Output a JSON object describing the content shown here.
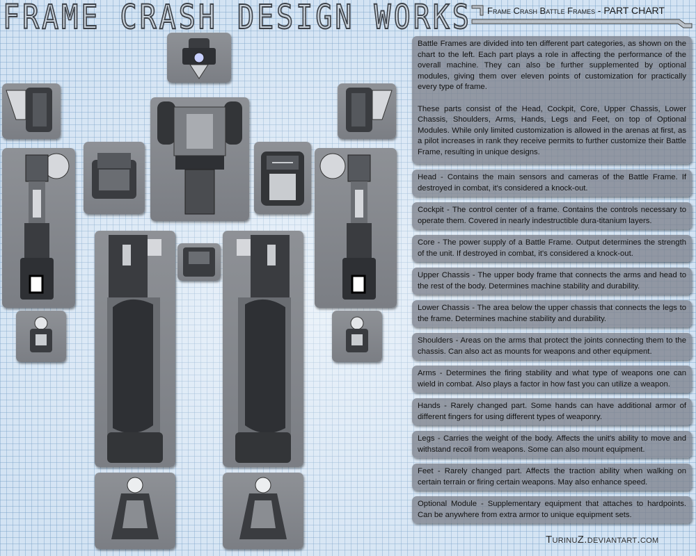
{
  "header": {
    "title": "FRAME CRASH DESIGN WORKS",
    "subtitle": "Frame Crash Battle Frames",
    "subtitle_suffix": "- PART CHART"
  },
  "intro": {
    "paragraph_1": "Battle Frames are divided into ten different part categories, as shown on the chart to the left. Each part plays a role in affecting the performance of the overall machine. They can also be further supplemented by optional modules, giving them over eleven points of customization for practically every type of frame.",
    "paragraph_2": "These parts consist of the Head, Cockpit, Core, Upper Chassis, Lower Chassis, Shoulders, Arms, Hands, Legs and Feet, on top of Optional Modules. While only limited customization is allowed in the arenas at first, as a pilot increases in rank they receive permits to further customize their Battle Frame, resulting in unique designs."
  },
  "parts": [
    {
      "text": "Head - Contains the main sensors and cameras of the Battle Frame. If destroyed in combat, it's considered a knock-out."
    },
    {
      "text": "Cockpit - The control center of a frame. Contains the controls necessary to operate them. Covered in nearly indestructible dura-titanium layers."
    },
    {
      "text": "Core - The power supply of a Battle Frame. Output determines the strength of the unit. If destroyed in combat, it's considered a knock-out."
    },
    {
      "text": "Upper Chassis - The upper body frame that connects the arms and head to the rest of the body. Determines machine stability and durability."
    },
    {
      "text": "Lower Chassis - The area below the upper chassis that connects the legs to the frame. Determines machine stability and durability."
    },
    {
      "text": "Shoulders - Areas on the arms that protect the joints connecting them to the chassis. Can also act as mounts for weapons and other equipment."
    },
    {
      "text": "Arms - Determines the firing stability and what type of weapons one can wield in combat. Also plays a factor in how fast you can utilize a weapon."
    },
    {
      "text": "Hands - Rarely changed part. Some hands can have additional armor of different fingers for using different types of weaponry."
    },
    {
      "text": "Legs - Carries the weight of the body. Affects the unit's ability to move and withstand recoil from weapons. Some can also mount equipment."
    },
    {
      "text": "Feet - Rarely changed part. Affects the traction ability when walking on certain terrain or firing certain weapons. May also enhance speed."
    },
    {
      "text": "Optional Module - Supplementary equipment that attaches to hardpoints. Can be anywhere from extra armor to unique equipment sets."
    }
  ],
  "footer": {
    "credit": "TurinuZ.deviantart.com"
  },
  "colors": {
    "background": "#d3e3f3",
    "grid": "#78a0c8",
    "panel": "#85888e",
    "part_dark": "#3a3c40",
    "part_mid": "#6a6d72",
    "part_light": "#c9ccd0",
    "sensor": "#c8d0ff"
  }
}
